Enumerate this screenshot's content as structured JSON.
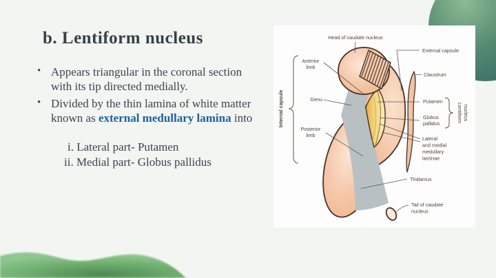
{
  "slide": {
    "title": "b. Lentiform nucleus",
    "bullet_marker": "•",
    "bullets": {
      "b1": "Appears triangular in the coronal section with its tip directed medially.",
      "b2_pre": "Divided by the thin lamina of white matter known as ",
      "b2_highlight": "external medullary lamina",
      "b2_post": " into"
    },
    "sub_items": [
      "i. Lateral part- Putamen",
      "ii. Medial part- Globus pallidus"
    ],
    "colors": {
      "background": "#f3f5f3",
      "title_text": "#354147",
      "body_text": "#3c4349",
      "highlight_text": "#1e5f9b",
      "decor_teal": "#2d655f",
      "decor_green": "#6fae6f"
    }
  },
  "diagram": {
    "labels": {
      "head_of_caudate": "Head of caudate nucleus",
      "external_capsule": "External capsule",
      "claustrum": "Claustrum",
      "anterior_limb_line1": "Anterior",
      "anterior_limb_line2": "limb",
      "genu": "Genu",
      "posterior_limb_line1": "Posterior",
      "posterior_limb_line2": "limb",
      "internal_capsule": "Internal capsule",
      "putamen": "Putamen",
      "globus_pallidus_line1": "Globus",
      "globus_pallidus_line2": "pallidus",
      "lentiform_line1": "Lentiform",
      "lentiform_line2": "nucleus",
      "laminae_line1": "Lateral",
      "laminae_line2": "and medial",
      "laminae_line3": "medullary",
      "laminae_line4": "laminae",
      "thalamus": "Thalamus",
      "tail_line1": "Tail of caudate",
      "tail_line2": "nucleus"
    },
    "colors": {
      "structure_peach": "#f5c7a9",
      "structure_peach_light": "#fbe3d2",
      "internal_capsule_gray": "#b9c0c3",
      "globus_gold": "#e8b448",
      "globus_gold_light": "#f9ecc2",
      "outline": "#41332a",
      "label_text": "#4d453d",
      "leader_line": "#5c574f"
    }
  }
}
